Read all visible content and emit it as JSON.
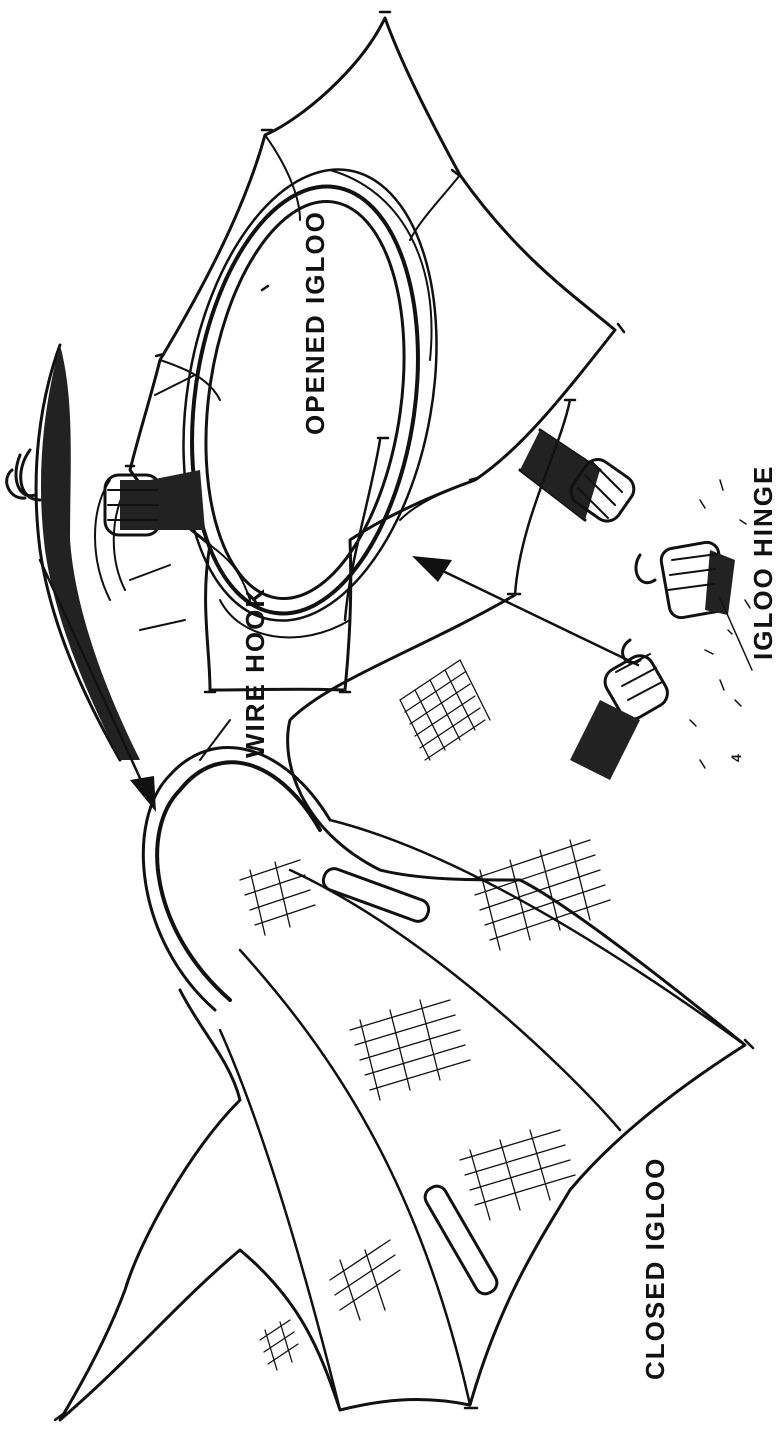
{
  "labels": {
    "opened_igloo": "OPENED IGLOO",
    "igloo_hinge": "IGLOO HINGE",
    "hinge_callout_number": "4",
    "wire_hook": "WIRE HOOK",
    "closed_igloo": "CLOSED IGLOO"
  },
  "colors": {
    "ink": "#111111",
    "paper": "#ffffff"
  }
}
